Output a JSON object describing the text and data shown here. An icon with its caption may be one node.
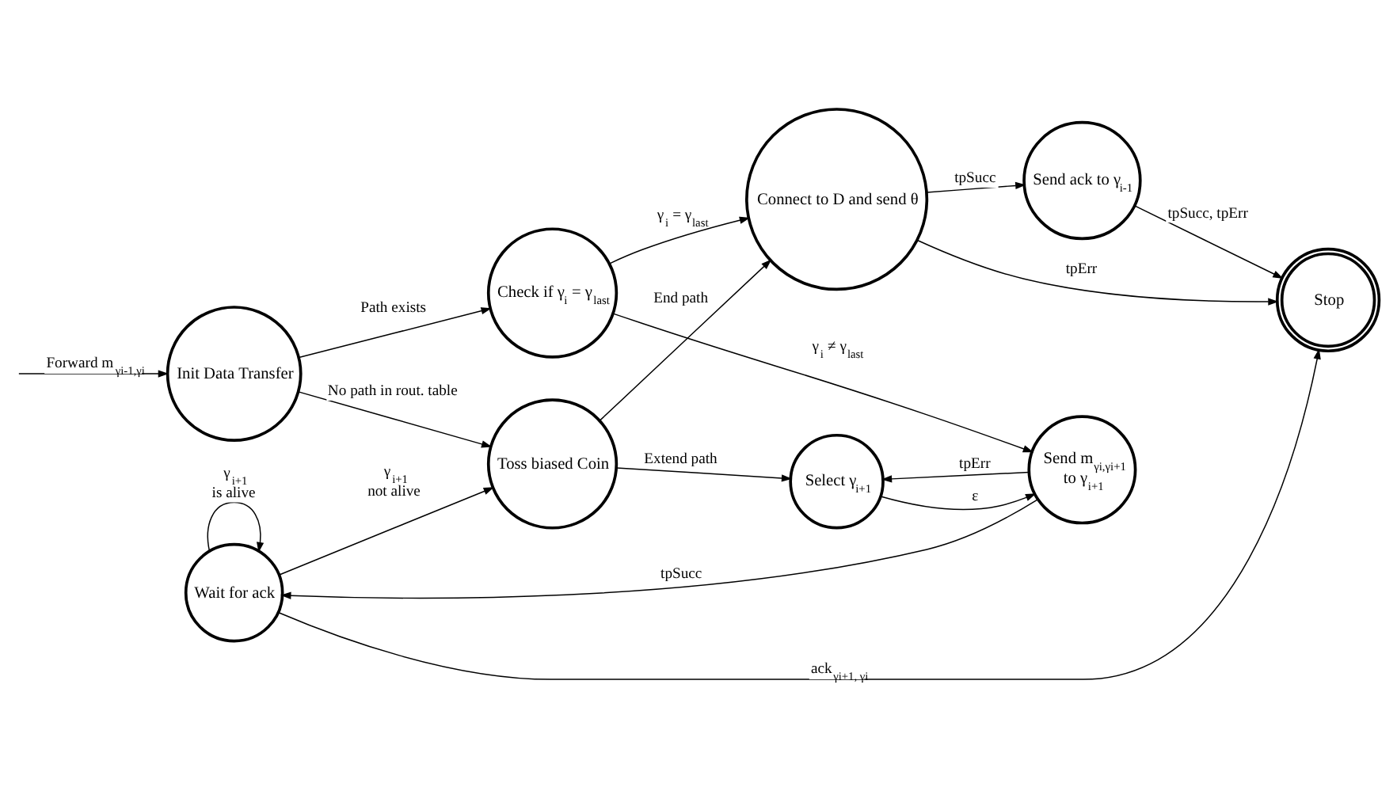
{
  "diagram": {
    "nodes": [
      {
        "text": [
          "Wait for ack"
        ]
      },
      {
        "text": [
          "Stop"
        ]
      },
      {
        "text": [
          "Send ack to γ$_{i-1}$"
        ]
      },
      {
        "text": [
          "Toss biased Coin"
        ]
      },
      {
        "text": [
          "Select γ$_{i+1}$"
        ]
      },
      {
        "text": [
          "Connect to D and send θ"
        ]
      },
      {
        "text": [
          "Init Data Transfer"
        ]
      },
      {
        "text": [
          "Send m$_{γi,γi+1}$ to γ$_{i+1}$"
        ]
      },
      {
        "text": [
          "Check if γ$_{i}$ = γ$_{last}$"
        ]
      }
    ],
    "edges": [
      {
        "from": 0,
        "to": 0,
        "arrow": "to",
        "label": "γ$_{i+1}$ is alive"
      },
      {
        "from": 0,
        "to": 1,
        "arrow": "to",
        "label": "ack$_{γi+1, γi}$"
      },
      {
        "from": 0,
        "to": 3,
        "arrow": "to",
        "label": "γ$_{i+1}$ not alive"
      },
      {
        "from": 3,
        "to": 4,
        "arrow": "to",
        "label": "Extend path"
      },
      {
        "from": 3,
        "to": 5,
        "arrow": "to",
        "label": "End path"
      },
      {
        "from": 6,
        "to": 3,
        "arrow": "to",
        "label": "No path in rout. table"
      },
      {
        "from": null,
        "to": 6,
        "arrow": "to",
        "label": "Forward m$_{γi-1,γi}$"
      },
      {
        "from": 6,
        "to": 8,
        "arrow": "to",
        "label": "Path exists"
      },
      {
        "from": 8,
        "to": 7,
        "arrow": "to",
        "label": "γ$_{i}$ ≠ γ$_{last}$"
      },
      {
        "from": 8,
        "to": 5,
        "arrow": "to",
        "label": "γ$_{i}$ = γ$_{last}$"
      },
      {
        "from": 5,
        "to": 1,
        "arrow": "to",
        "label": "tpErr"
      },
      {
        "from": 5,
        "to": 2,
        "arrow": "to",
        "label": "tpSucc"
      },
      {
        "from": 2,
        "to": 1,
        "arrow": "to",
        "label": "tpSucc, tpErr"
      },
      {
        "from": 4,
        "to": 7,
        "arrow": "to",
        "label": "ε"
      },
      {
        "from": 7,
        "to": 4,
        "arrow": "to",
        "label": "tpErr"
      },
      {
        "from": 7,
        "to": 0,
        "arrow": "to",
        "label": "tpSucc"
      }
    ]
  }
}
